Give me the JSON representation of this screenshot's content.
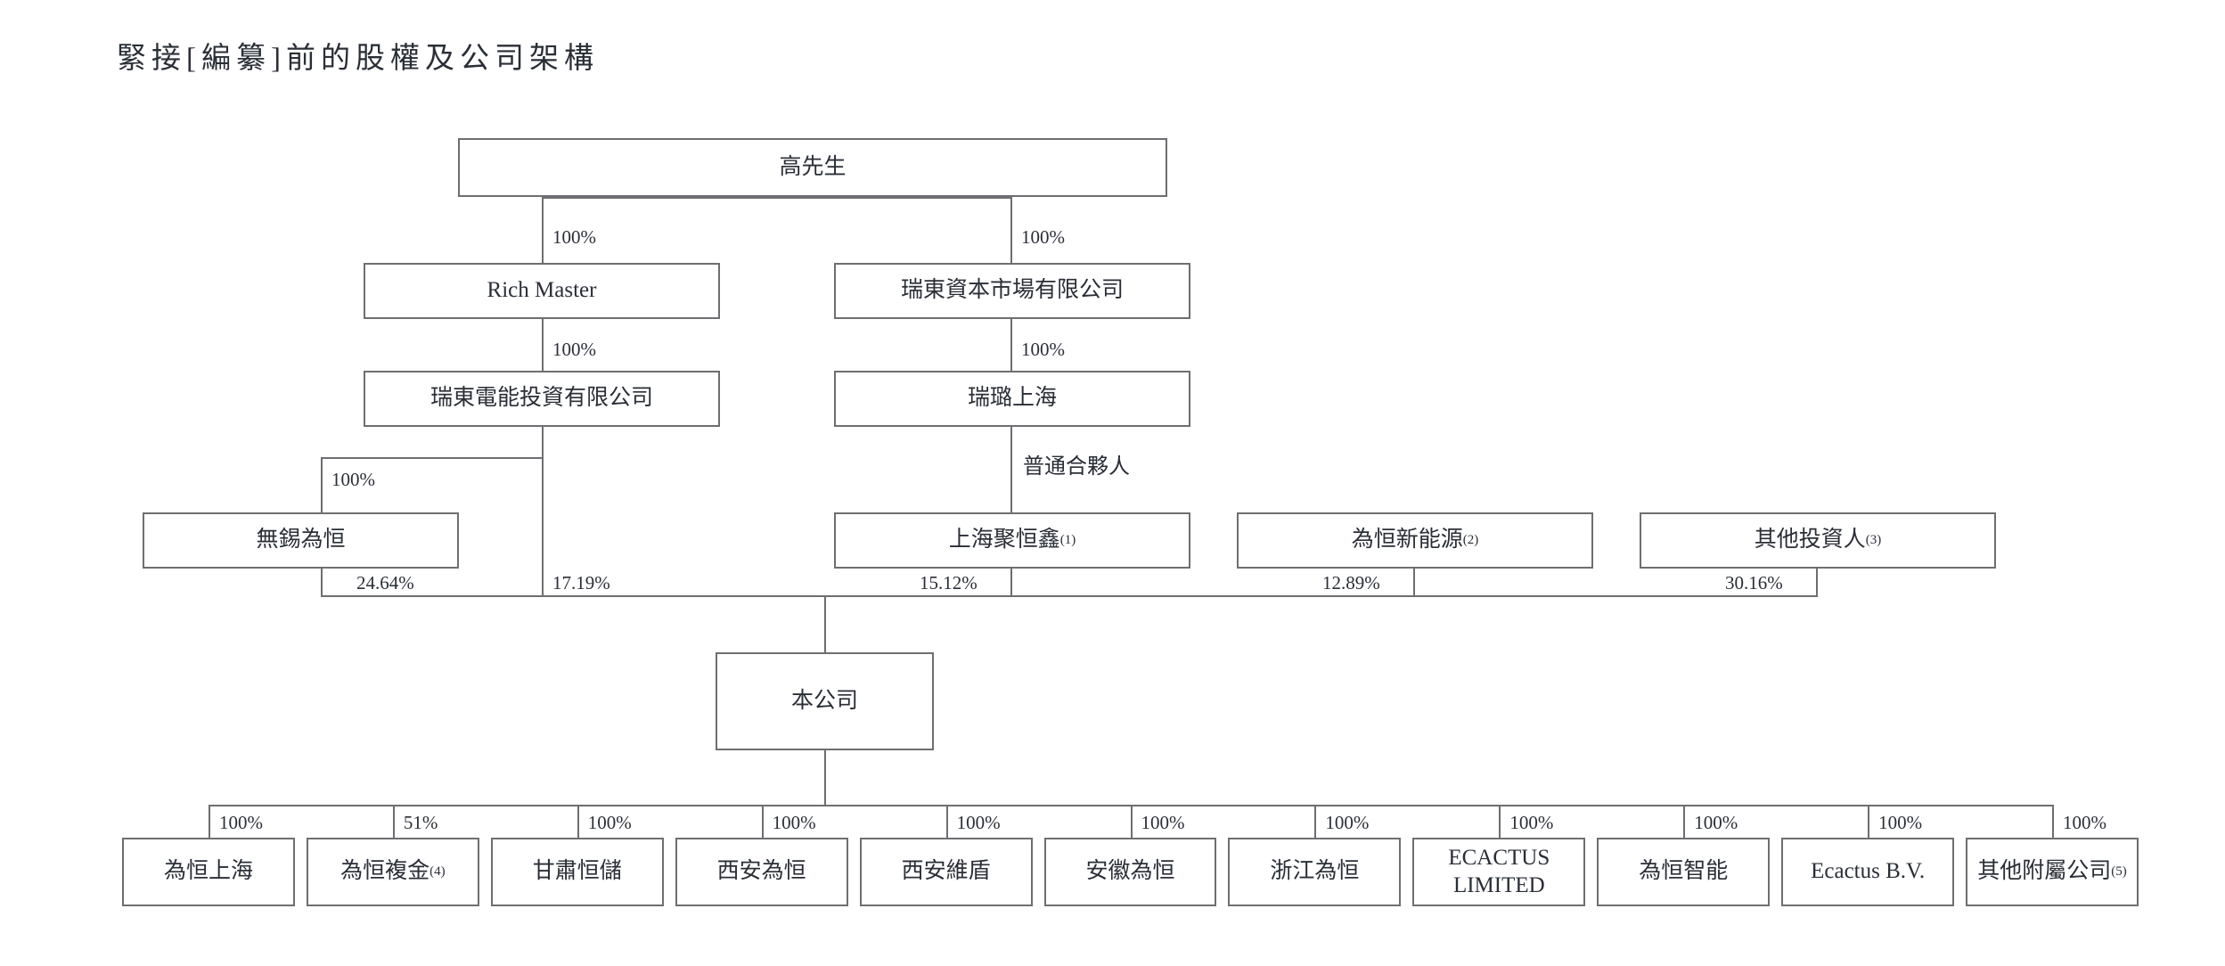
{
  "title": "緊接[編纂]前的股權及公司架構",
  "nodes": {
    "owner": "高先生",
    "rich_master": "Rich Master",
    "ruidong_capital": "瑞東資本市場有限公司",
    "ruidong_power": "瑞東電能投資有限公司",
    "ruilu_shanghai": "瑞璐上海",
    "wuxi_weiheng": "無錫為恒",
    "shanghai_juhengxin": "上海聚恒鑫",
    "shanghai_juhengxin_note": "(1)",
    "weiheng_newenergy": "為恒新能源",
    "weiheng_newenergy_note": "(2)",
    "other_investors": "其他投資人",
    "other_investors_note": "(3)",
    "company": "本公司"
  },
  "gp_label": "普通合夥人",
  "shareholding": {
    "owner_to_rich_master": "100%",
    "owner_to_ruidong_capital": "100%",
    "rich_master_to_ruidong_power": "100%",
    "ruidong_capital_to_ruilu": "100%",
    "ruidong_power_to_wuxi": "100%",
    "wuxi_to_company": "24.64%",
    "ruidong_power_to_company": "17.19%",
    "juhengxin_to_company": "15.12%",
    "newenergy_to_company": "12.89%",
    "other_investors_to_company": "30.16%"
  },
  "subsidiaries": [
    {
      "name": "為恒上海",
      "note": "",
      "pct": "100%"
    },
    {
      "name": "為恒複金",
      "note": "(4)",
      "pct": "51%"
    },
    {
      "name": "甘肅恒儲",
      "note": "",
      "pct": "100%"
    },
    {
      "name": "西安為恒",
      "note": "",
      "pct": "100%"
    },
    {
      "name": "西安維盾",
      "note": "",
      "pct": "100%"
    },
    {
      "name": "安徽為恒",
      "note": "",
      "pct": "100%"
    },
    {
      "name": "浙江為恒",
      "note": "",
      "pct": "100%"
    },
    {
      "name": "ECACTUS LIMITED",
      "note": "",
      "pct": "100%"
    },
    {
      "name": "為恒智能",
      "note": "",
      "pct": "100%"
    },
    {
      "name": "Ecactus B.V.",
      "note": "",
      "pct": "100%"
    },
    {
      "name": "其他附屬公司",
      "note": "(5)",
      "pct": "100%"
    }
  ],
  "colors": {
    "border": "#6e6e72",
    "text": "#2a2e36",
    "background": "#ffffff"
  }
}
